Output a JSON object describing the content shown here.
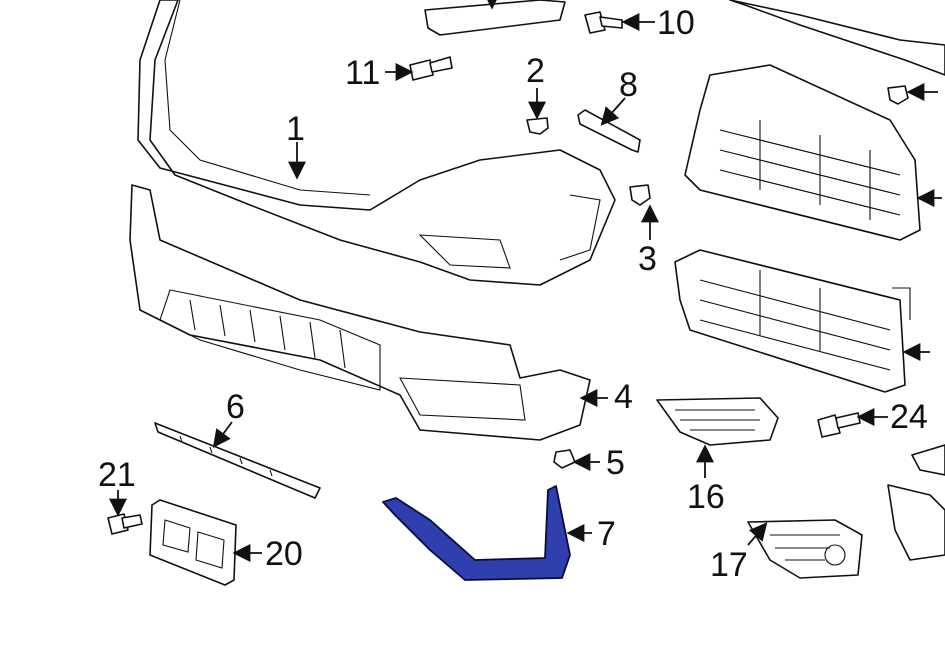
{
  "diagram": {
    "callouts": {
      "c1": "1",
      "c2": "2",
      "c3": "3",
      "c4": "4",
      "c5": "5",
      "c6": "6",
      "c7": "7",
      "c8": "8",
      "c10": "10",
      "c11": "11",
      "c16": "16",
      "c17": "17",
      "c20": "20",
      "c21": "21",
      "c24": "24"
    },
    "highlight_color": "#2f3fae"
  }
}
